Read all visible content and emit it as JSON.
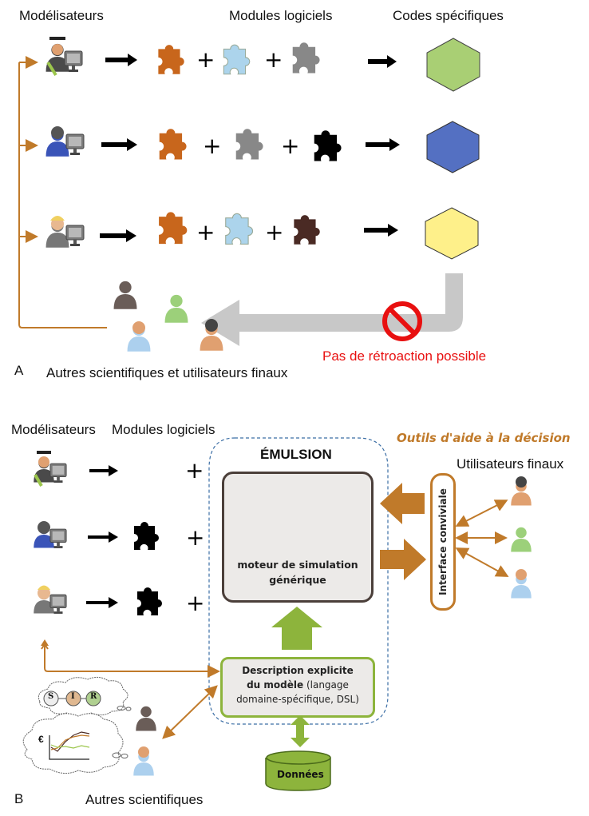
{
  "panel_a": {
    "letter": "A",
    "headers": {
      "modelers": "Modélisateurs",
      "modules": "Modules logiciels",
      "codes": "Codes spécifiques"
    },
    "rows": [
      {
        "modeler": "graduate-modeler-icon",
        "pieces": [
          "#c8661c",
          "#acd4ec",
          "#888888"
        ],
        "hexagon_color": "#a9cf74"
      },
      {
        "modeler": "hooded-modeler-icon",
        "pieces": [
          "#c8661c",
          "#888888",
          "#000000"
        ],
        "hexagon_color": "#5470c2"
      },
      {
        "modeler": "blond-modeler-icon",
        "pieces": [
          "#c8661c",
          "#acd4ec",
          "#4a2a24"
        ],
        "hexagon_color": "#fef08a"
      }
    ],
    "no_feedback_label": "Pas de rétroaction possible",
    "others_label": "Autres scientifiques et utilisateurs finaux"
  },
  "panel_b": {
    "letter": "B",
    "headers": {
      "modelers": "Modélisateurs",
      "modules": "Modules logiciels"
    },
    "decision_tools_label": "Outils d'aide à la décision",
    "emulsion_title": "ÉMULSION",
    "engine_label_line1": "moteur de simulation",
    "engine_label_line2": "générique",
    "description_bold": "Description explicite",
    "description_bold2": "du modèle",
    "description_rest": " (langage",
    "description_line3": "domaine-spécifique, DSL)",
    "interface_label": "Interface conviviale",
    "end_users_label": "Utilisateurs finaux",
    "data_label": "Données",
    "others_label": "Autres scientifiques",
    "sir_nodes": [
      "S",
      "I",
      "R"
    ],
    "currency_symbol": "€"
  },
  "colors": {
    "orange": "#c07a2a",
    "green": "#8db43c",
    "red": "#e81010",
    "gray_arrow": "#c8c8c8",
    "dashed_blue": "#3b6ea5"
  }
}
